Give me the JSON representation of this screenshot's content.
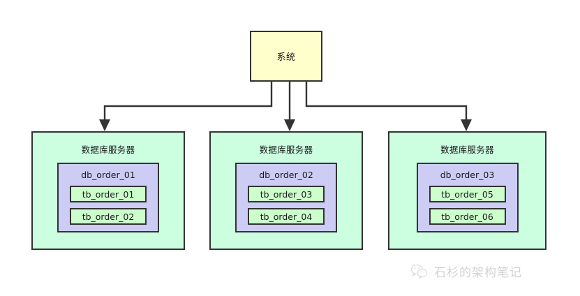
{
  "diagram": {
    "title_node": {
      "label": "系统"
    },
    "servers": [
      {
        "label": "数据库服务器",
        "database": {
          "label": "db_order_01",
          "tables": [
            {
              "label": "tb_order_01"
            },
            {
              "label": "tb_order_02"
            }
          ]
        }
      },
      {
        "label": "数据库服务器",
        "database": {
          "label": "db_order_02",
          "tables": [
            {
              "label": "tb_order_03"
            },
            {
              "label": "tb_order_04"
            }
          ]
        }
      },
      {
        "label": "数据库服务器",
        "database": {
          "label": "db_order_03",
          "tables": [
            {
              "label": "tb_order_05"
            },
            {
              "label": "tb_order_06"
            }
          ]
        }
      }
    ],
    "colors": {
      "system_fill": "#ffffcc",
      "server_fill": "#ccffe0",
      "database_fill": "#ccccf5",
      "table_fill": "#ccffcc",
      "stroke": "#333333",
      "background": "#ffffff",
      "watermark": "#d2d2d2"
    }
  },
  "watermark": {
    "text": "石杉的架构笔记",
    "icon": "wechat-icon"
  }
}
